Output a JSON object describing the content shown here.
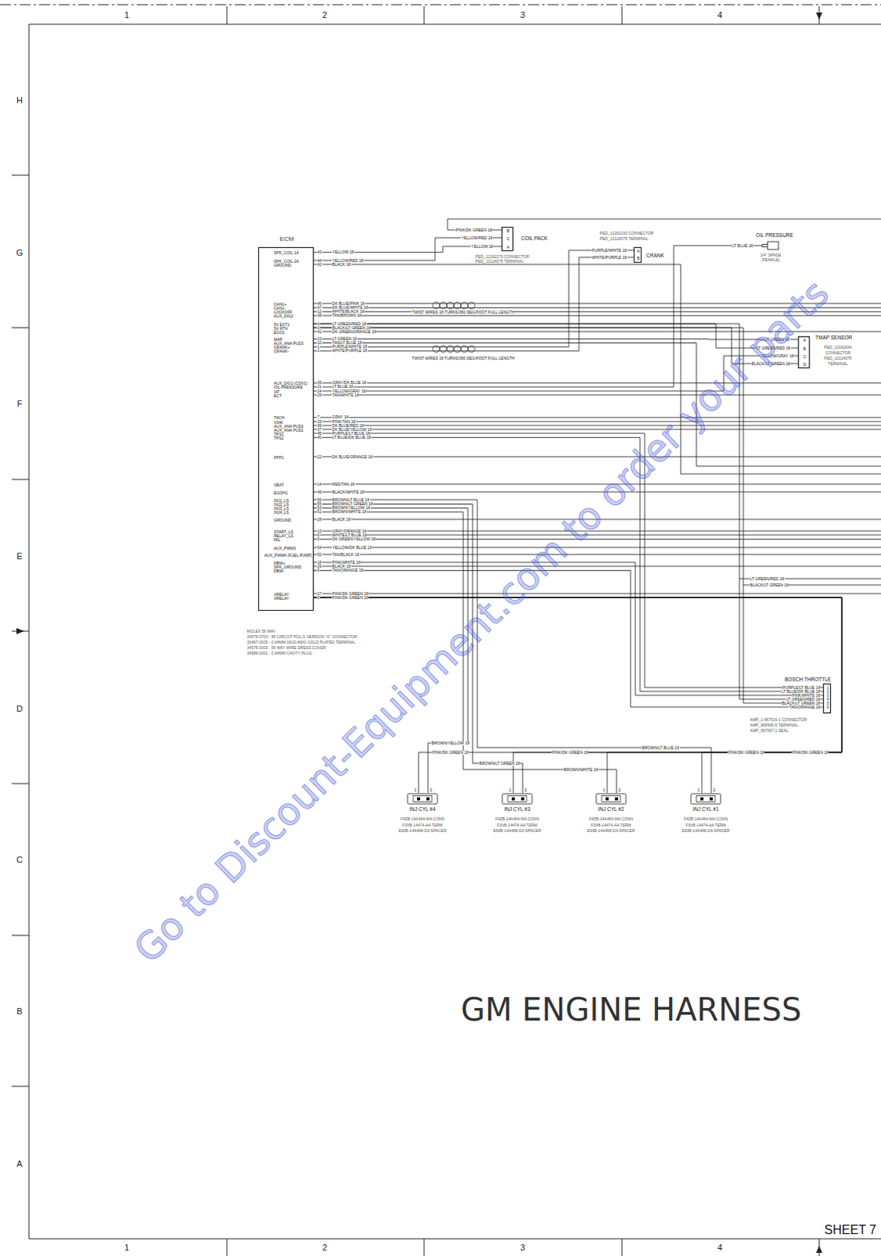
{
  "diagram": {
    "title": "GM ENGINE HARNESS",
    "nodes": [
      {
        "text": [
          "ECM",
          "SPK_COIL 1A",
          "SPK_COIL 2A",
          "GROUND",
          "CAN1+",
          "CAN1-",
          "LOCKOFF",
          "AUX_DIG2",
          "5V EXT1",
          "5V RTN",
          "EGO1",
          "MAP",
          "AUX_ANA PUD3",
          "CRANK+",
          "CRANK-",
          "AUX_DIG1 (CDV1)",
          "OIL PRESSURE",
          "IAT",
          "ECT",
          "TACH",
          "VSW",
          "AUX_ANA PUD2",
          "AUX_ANA PUD1",
          "TPS1",
          "TPS2",
          "FPP1",
          "VBAT",
          "EGOH1",
          "INJ1_LS",
          "INJ2_LS",
          "INJ3_LS",
          "INJ4_LS",
          "GROUND",
          "START_LS",
          "RELAY_LS",
          "MIL",
          "AUX_PWM3",
          "AUX_PWM4 (FUEL PUMP)",
          "DBW+",
          "SPK_GROUND",
          "DBW-",
          "VRELAY",
          "VRELAY"
        ]
      },
      {
        "text": [
          "B",
          "C",
          "A",
          "COIL PACK"
        ]
      },
      {
        "text": [
          "A",
          "B",
          "CRANK"
        ]
      },
      {
        "text": [
          "OIL PRESSURE"
        ]
      },
      {
        "text": [
          "A",
          "B",
          "C",
          "D",
          "TMAP SENSOR"
        ]
      },
      {
        "text": [
          "1",
          "2",
          "3",
          "4",
          "5",
          "6",
          "BOSCH THROTTLE"
        ]
      },
      {
        "text": [
          "1",
          "2",
          "INJ CYL #4"
        ]
      },
      {
        "text": [
          "1",
          "2",
          "INJ CYL #3"
        ]
      },
      {
        "text": [
          "1",
          "2",
          "INJ CYL #2"
        ]
      },
      {
        "text": [
          "1",
          "2",
          "INJ CYL #1"
        ]
      }
    ],
    "edges": [
      {
        "from": 0,
        "to": 1,
        "arrow": "none"
      },
      {
        "from": 0,
        "to": 1,
        "arrow": "none"
      },
      {
        "from": 0,
        "to": 2,
        "arrow": "none"
      },
      {
        "from": 0,
        "to": 2,
        "arrow": "none"
      },
      {
        "from": 0,
        "to": 3,
        "arrow": "none"
      },
      {
        "from": 0,
        "to": 4,
        "arrow": "none"
      },
      {
        "from": 0,
        "to": 4,
        "arrow": "none"
      },
      {
        "from": 0,
        "to": 4,
        "arrow": "none"
      },
      {
        "from": 0,
        "to": 4,
        "arrow": "none"
      },
      {
        "from": 0,
        "to": 5,
        "arrow": "none"
      },
      {
        "from": 0,
        "to": 5,
        "arrow": "none"
      },
      {
        "from": 0,
        "to": 5,
        "arrow": "none"
      },
      {
        "from": 0,
        "to": 5,
        "arrow": "none"
      },
      {
        "from": 0,
        "to": 5,
        "arrow": "none"
      },
      {
        "from": 0,
        "to": 5,
        "arrow": "none"
      },
      {
        "from": 0,
        "to": 9,
        "arrow": "none"
      },
      {
        "from": 0,
        "to": 7,
        "arrow": "none"
      },
      {
        "from": 0,
        "to": 6,
        "arrow": "none"
      },
      {
        "from": 0,
        "to": 8,
        "arrow": "none"
      },
      {
        "from": 0,
        "to": 6,
        "arrow": "none"
      },
      {
        "from": 0,
        "to": 7,
        "arrow": "none"
      },
      {
        "from": 0,
        "to": 8,
        "arrow": "none"
      },
      {
        "from": 0,
        "to": 9,
        "arrow": "none"
      }
    ],
    "labels": [
      "43",
      "YELLOW 18",
      "44",
      "YELLOW/RED 18",
      "42",
      "BLACK 18",
      "46",
      "DK BLUE/PINK 18",
      "47",
      "DK BLUE/WHITE 18",
      "12",
      "WHITE/BLACK 18",
      "38",
      "TAN/BROWN 18",
      "4",
      "LT GREEN/RED 18",
      "3",
      "BLACK/LT GREEN 18",
      "41",
      "DK GREEN/ORANGE 18",
      "23",
      "LT GREEN 18",
      "10",
      "TAN/LT BLUE 18",
      "1",
      "PURPLE/WHITE 18",
      "2",
      "WHITE/PURPLE 18",
      "39",
      "GRAY/DK BLUE 18",
      "21",
      "LT BLUE 18",
      "24",
      "YELLOW/GRAY 18",
      "25",
      "TAN/WHITE 18",
      "7",
      "GRAY 18",
      "15",
      "PINK/TAN 18",
      "36",
      "DK BLUE/RED 18",
      "37",
      "DK BLUE/YELLOW 18",
      "45",
      "PURPLE/LT BLUE 18",
      "40",
      "LT BLUE/DK BLUE 18",
      "22",
      "DK BLUE/ORANGE 18",
      "14",
      "RED/TAN 18",
      "49",
      "BLACK/WHITE 18",
      "56",
      "BROWN/LT BLUE 18",
      "55",
      "BROWN/LT GREEN 18",
      "53",
      "BROWN/YELLOW 18",
      "51",
      "BROWN/WHITE 18",
      "28",
      "BLACK 18",
      "13",
      "GRAY/ORANGE 18",
      "6",
      "WHITE/LT BLUE 18",
      "5",
      "DK GREEN/YELLOW 18",
      "54",
      "YELLOW/DK BLUE 18",
      "52",
      "TAN/BLACK 18",
      "18",
      "PINK/WHITE 18",
      "29",
      "BLACK 18",
      "9",
      "TAN/ORANGE 18",
      "27",
      "PINK/DK GREEN 18",
      "8",
      "PINK/DK GREEN 18",
      "TWIST WIRES 18 TURNS/360 DEG/FOOT FULL LENGTH",
      "TWIST WIRES 18 TURNS/360 DEG/FOOT FULL LENGTH",
      "MOLEX 56 WAY",
      "34576-0703 - 56 CIRCUIT POL G VERSION \"G\" CONNECTOR",
      "33467-0005 - 0.64MM 18/20 AWG GOLD PLATED TERMINAL",
      "34575-0003 - 56 WAY WIRE DRESS COVER",
      "34586-0001 - 0.64MM CAVITY PLUG",
      "PINK/DK GREEN 18",
      "YELLOW/RED 18",
      "YELLOW 18",
      "PED_12162279 CONNECTOR",
      "PED_12124075 TERMINAL",
      "PED_12162193 CONNECTOR",
      "PED_12124075 TERMINAL",
      "PURPLE/WHITE 18",
      "WHITE/PURPLE 18",
      "LT BLUE 18",
      "1/4\" SPADE (FEMALE)",
      "LT GREEN 18",
      "LT GREEN/RED 18",
      "YELLOW/GRAY 18",
      "BLACK/LT GREEN 18",
      "PED_12162834",
      "CONNECTOR",
      "PED_12124075",
      "TERMINAL",
      "LT GREEN/RED 18",
      "BLACK/LT GREEN 18",
      "PURPLE/LT BLUE 18",
      "LT BLUE/DK BLUE 18",
      "PINK/WHITE 18",
      "LT GREEN/RED 18",
      "BLACK/LT GREEN 18",
      "TAN/ORANGE 18",
      "AMP_1-967616-1 CONNECTOR",
      "AMP_965906-5 TERMINAL",
      "AMP_967067-1 SEAL",
      "BROWN/YELLOW 18",
      "PINK/DK GREEN 18",
      "PINK/DK GREEN 18",
      "PINK/DK GREEN 18",
      "PINK/DK GREEN 18",
      "BROWN/LT GREEN 18",
      "BROWN/WHITE 18",
      "BROWN/LT BLUE 18",
      "F4ZB-14A464-MA CONN",
      "F3VB-14474-AA TERM",
      "E93B-14A468-DA SPACER",
      "F4ZB-14A464-MA CONN",
      "F3VB-14474-AA TERM",
      "E93B-14A468-DA SPACER",
      "F4ZB-14A464-MA CONN",
      "F3VB-14474-AA TERM",
      "E93B-14A468-DA SPACER",
      "F4ZB-14A464-MA CONN",
      "F3VB-14474-AA TERM",
      "E93B-14A468-DA SPACER",
      "1",
      "2",
      "3",
      "4",
      "1",
      "2",
      "3",
      "4",
      "H",
      "G",
      "F",
      "E",
      "D",
      "C",
      "B",
      "A",
      "SHEET 7",
      "Go to Discount-Equipment.com to order your parts"
    ]
  }
}
